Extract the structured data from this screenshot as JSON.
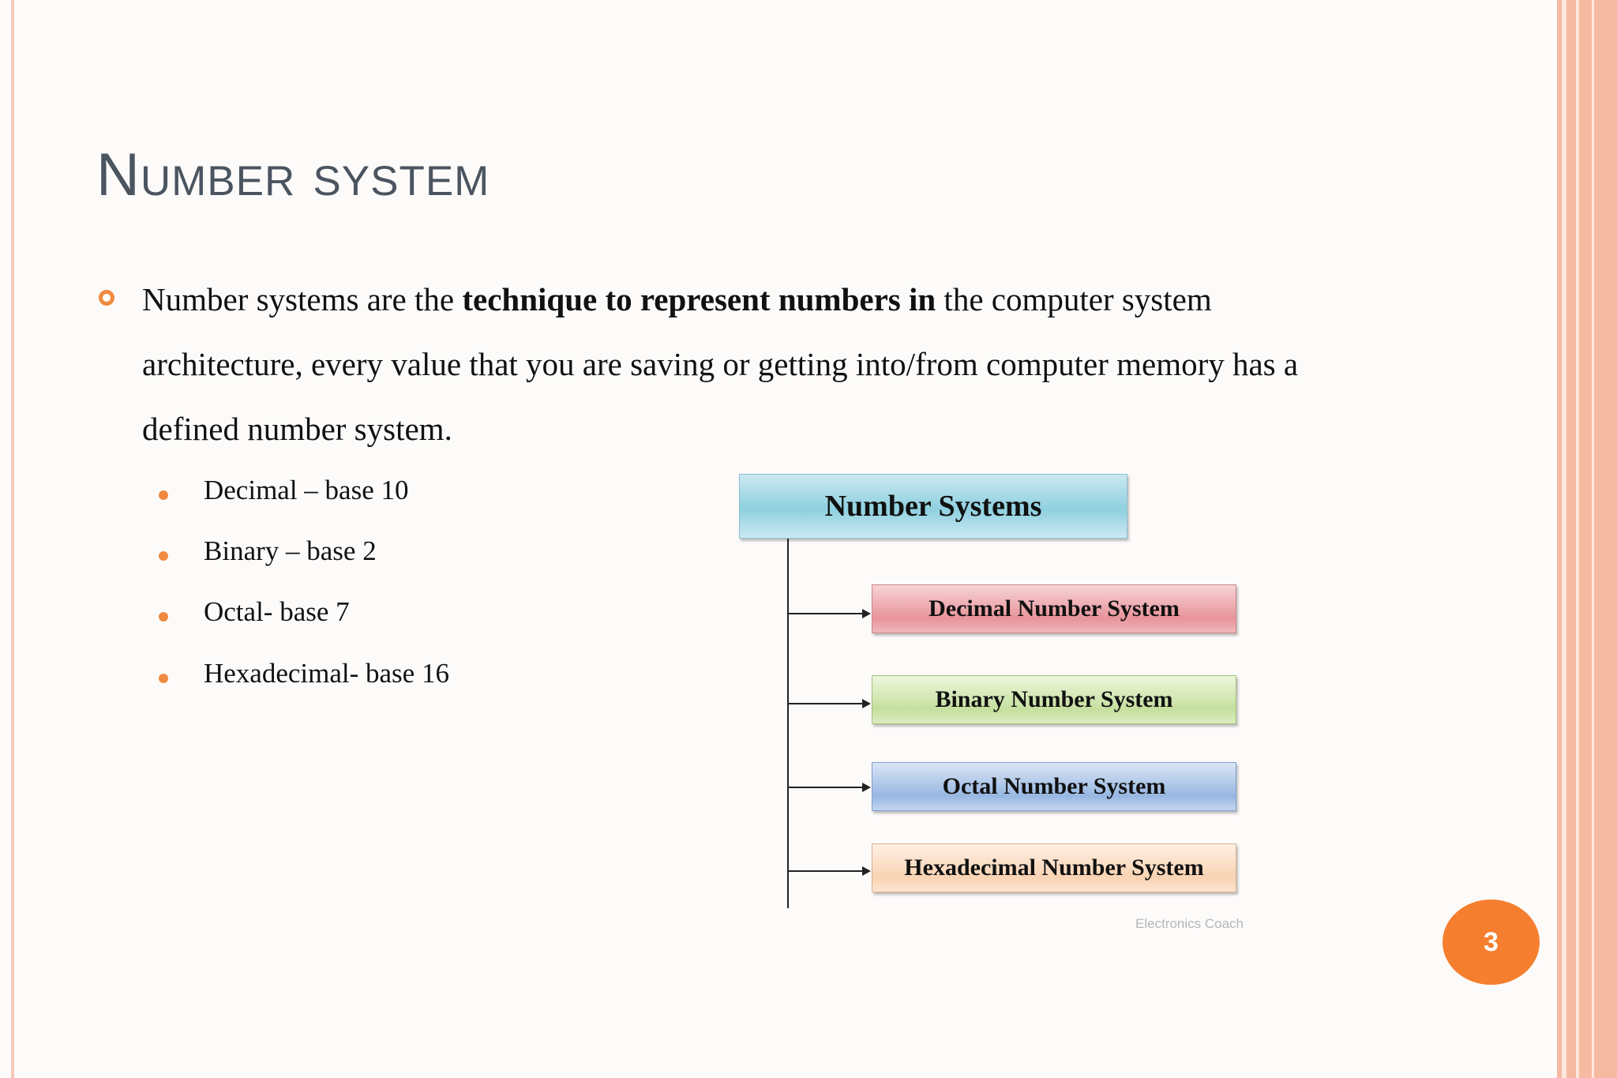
{
  "slide": {
    "title": "Number system",
    "paragraph": {
      "before": "Number systems are the ",
      "bold": "technique to represent numbers in",
      "after": " the computer system architecture, every value that you are saving or getting into/from computer memory has a defined number system."
    },
    "bullets": [
      "Decimal – base 10",
      "Binary – base 2",
      "Octal- base 7",
      "Hexadecimal- base 16"
    ],
    "page_number": "3"
  },
  "diagram": {
    "root": "Number Systems",
    "children": [
      "Decimal Number System",
      "Binary Number System",
      "Octal Number System",
      "Hexadecimal Number System"
    ],
    "credit": "Electronics Coach"
  },
  "colors": {
    "accent": "#f57f2e",
    "title": "#4a5560",
    "decimal_box": "#e7949a",
    "binary_box": "#c5df9e",
    "octal_box": "#97b7e2",
    "hex_box": "#f9d3b3",
    "root_box": "#8fd0df"
  }
}
